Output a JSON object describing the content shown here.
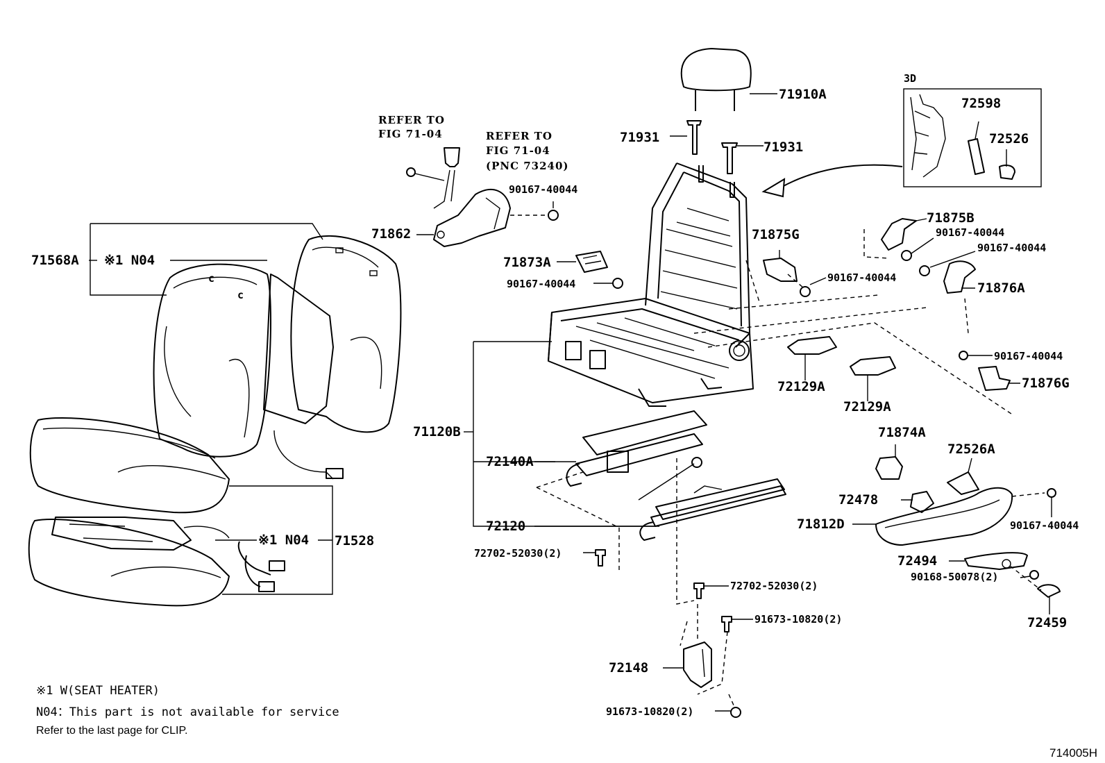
{
  "diagram": {
    "code": "714005H",
    "callouts": {
      "c71910A": "71910A",
      "c71931_l": "71931",
      "c71931_r": "71931",
      "c3D": "3D",
      "c72598": "72598",
      "c72526": "72526",
      "c71875B": "71875B",
      "c71875G": "71875G",
      "c90167_a": "90167-40044",
      "c90167_b": "90167-40044",
      "c90167_c": "90167-40044",
      "c90167_d": "90167-40044",
      "c90167_e": "90167-40044",
      "c90167_f": "90167-40044",
      "c90167_g": "90167-40044",
      "c71876A": "71876A",
      "c71876G": "71876G",
      "c71862": "71862",
      "c71873A": "71873A",
      "c71568A": "71568A",
      "c71528": "71528",
      "c71120B": "71120B",
      "c72140A": "72140A",
      "c72120": "72120",
      "c72129A_1": "72129A",
      "c72129A_2": "72129A",
      "c71874A": "71874A",
      "c72526A": "72526A",
      "c72478": "72478",
      "c71812D": "71812D",
      "c72494": "72494",
      "c72459": "72459",
      "c90168": "90168-50078(2)",
      "c72702_a": "72702-52030(2)",
      "c72702_b": "72702-52030(2)",
      "c91673_a": "91673-10820(2)",
      "c91673_b": "91673-10820(2)",
      "c72148": "72148",
      "star1_a": "※1 N04",
      "star1_b": "※1 N04"
    },
    "references": {
      "ref1_line1": "REFER TO",
      "ref1_line2": "FIG 71-04",
      "ref2_line1": "REFER TO",
      "ref2_line2": "FIG 71-04",
      "ref2_line3": "(PNC 73240)"
    },
    "notes": {
      "line1": "※1  W(SEAT HEATER)",
      "line2": "N04：This part is not available for service",
      "line3": "Refer to the last page for CLIP."
    }
  }
}
